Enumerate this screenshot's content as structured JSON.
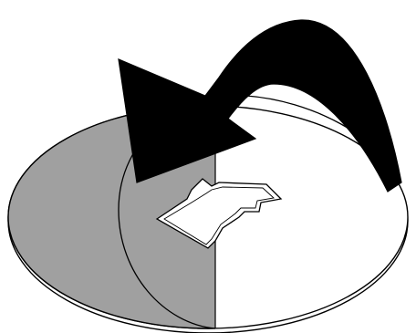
{
  "diagram": {
    "type": "rotation-illustration",
    "elements": [
      "base-disc",
      "shaded-left-half",
      "dome-hemisphere",
      "center-bracket",
      "curved-rotation-arrow"
    ],
    "colors": {
      "background": "#ffffff",
      "outline": "#000000",
      "shaded_region": "#a0a0a0",
      "arrow_fill": "#000000",
      "light_fill": "#ffffff"
    }
  }
}
